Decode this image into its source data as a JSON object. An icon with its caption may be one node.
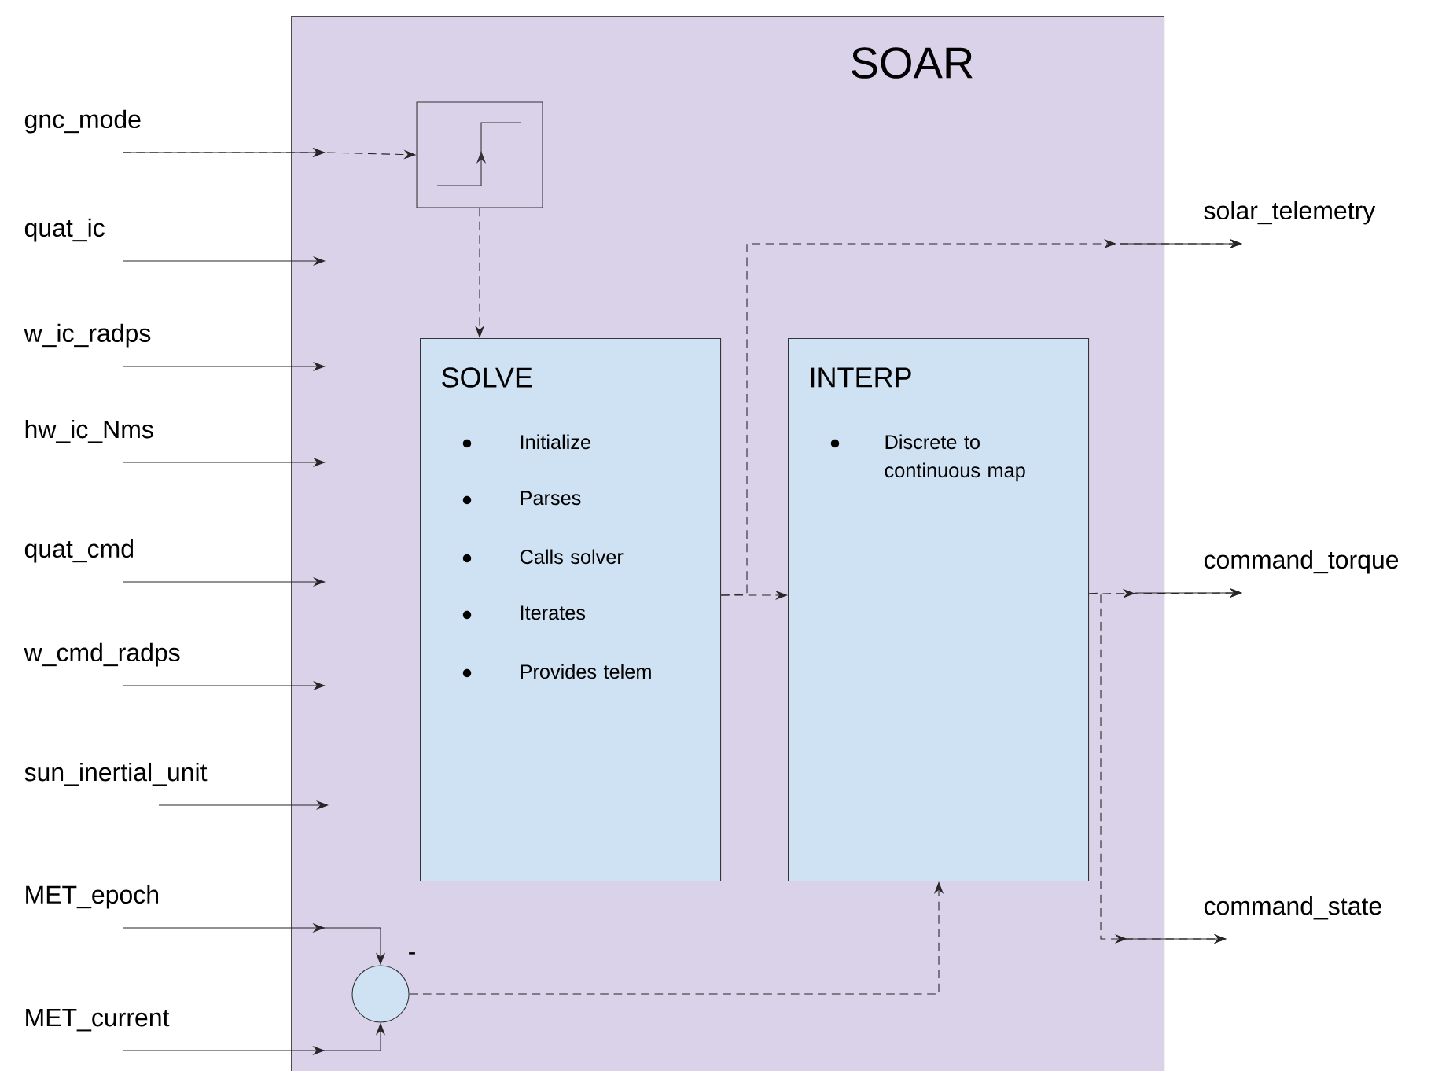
{
  "diagram": {
    "nodes": [
      {
        "text": [
          "SOAR"
        ]
      },
      {
        "text": [],
        "shape": "box",
        "in": 0
      },
      {
        "text": [
          "SOLVE",
          "Initialize",
          "Parses",
          "Calls solver",
          "Iterates",
          "Provides telem"
        ],
        "in": 0
      },
      {
        "text": [
          "INTERP",
          "Discrete to continuous map"
        ],
        "in": 0
      },
      {
        "text": [],
        "shape": "circle",
        "in": 0,
        "beside": [
          "-"
        ]
      },
      {
        "text": [
          "gnc_mode"
        ]
      },
      {
        "text": [
          "quat_ic"
        ]
      },
      {
        "text": [
          "w_ic_radps"
        ]
      },
      {
        "text": [
          "hw_ic_Nms"
        ]
      },
      {
        "text": [
          "quat_cmd"
        ]
      },
      {
        "text": [
          "w_cmd_radps"
        ]
      },
      {
        "text": [
          "sun_inertial_unit"
        ]
      },
      {
        "text": [
          "MET_epoch"
        ]
      },
      {
        "text": [
          "MET_current"
        ]
      },
      {
        "text": [
          "solar_telemetry"
        ]
      },
      {
        "text": [
          "command_torque"
        ]
      },
      {
        "text": [
          "command_state"
        ]
      }
    ],
    "edges": [
      {
        "from": 5,
        "to": 1,
        "arrow": "to",
        "style": "dashed"
      },
      {
        "from": 6,
        "to": null,
        "arrow": "to"
      },
      {
        "from": 7,
        "to": null,
        "arrow": "to"
      },
      {
        "from": 8,
        "to": null,
        "arrow": "to"
      },
      {
        "from": 9,
        "to": null,
        "arrow": "to"
      },
      {
        "from": 10,
        "to": null,
        "arrow": "to"
      },
      {
        "from": 11,
        "to": null,
        "arrow": "to"
      },
      {
        "from": 12,
        "to": 4,
        "arrow": "to"
      },
      {
        "from": 13,
        "to": 4,
        "arrow": "to"
      },
      {
        "from": 1,
        "to": 2,
        "arrow": "to",
        "style": "dashed"
      },
      {
        "from": 2,
        "to": 3,
        "arrow": "to",
        "style": "dashed"
      },
      {
        "from": 2,
        "to": 14,
        "arrow": "to",
        "style": "dashed"
      },
      {
        "from": 3,
        "to": 15,
        "arrow": "to",
        "style": "dashed"
      },
      {
        "from": 3,
        "to": 16,
        "arrow": "to",
        "style": "dashed"
      },
      {
        "from": 4,
        "to": 3,
        "arrow": "to",
        "style": "dashed"
      }
    ]
  }
}
